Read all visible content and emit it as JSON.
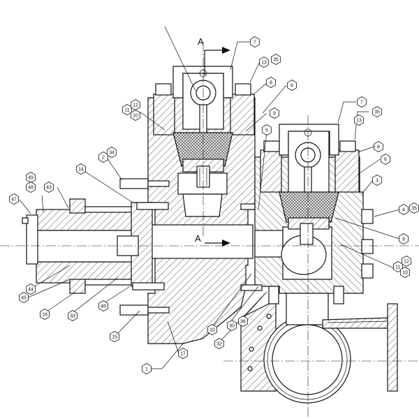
{
  "section_marks": [
    "A",
    "A"
  ],
  "balloons": [
    {
      "id": "b7a",
      "text": "7"
    },
    {
      "id": "b13a",
      "text": "13"
    },
    {
      "id": "b35a",
      "text": "35"
    },
    {
      "id": "b8a",
      "text": "8"
    },
    {
      "id": "b6a",
      "text": "6"
    },
    {
      "id": "b9a",
      "text": "9"
    },
    {
      "id": "b11a",
      "text": "11"
    },
    {
      "id": "b12a",
      "text": "12"
    },
    {
      "id": "b10a",
      "text": "10"
    },
    {
      "id": "b5",
      "text": "5"
    },
    {
      "id": "b7b",
      "text": "7"
    },
    {
      "id": "b13b",
      "text": "13"
    },
    {
      "id": "b35b",
      "text": "35"
    },
    {
      "id": "b8b",
      "text": "8"
    },
    {
      "id": "b6b",
      "text": "6"
    },
    {
      "id": "b3",
      "text": "3"
    },
    {
      "id": "b4",
      "text": "4"
    },
    {
      "id": "b35c",
      "text": "35"
    },
    {
      "id": "b9b",
      "text": "9"
    },
    {
      "id": "b11b",
      "text": "11"
    },
    {
      "id": "b12b",
      "text": "12"
    },
    {
      "id": "b10b",
      "text": "10"
    },
    {
      "id": "b2",
      "text": "2"
    },
    {
      "id": "b34",
      "text": "34"
    },
    {
      "id": "b14",
      "text": "14"
    },
    {
      "id": "b49",
      "text": "49"
    },
    {
      "id": "b48",
      "text": "48"
    },
    {
      "id": "b43",
      "text": "43"
    },
    {
      "id": "b47",
      "text": "47"
    },
    {
      "id": "b44",
      "text": "44"
    },
    {
      "id": "b45",
      "text": "45"
    },
    {
      "id": "b16",
      "text": "16"
    },
    {
      "id": "b33",
      "text": "33"
    },
    {
      "id": "b46",
      "text": "46"
    },
    {
      "id": "b15",
      "text": "15"
    },
    {
      "id": "b17",
      "text": "17"
    },
    {
      "id": "b1",
      "text": "1"
    },
    {
      "id": "b10c",
      "text": "10"
    },
    {
      "id": "b30",
      "text": "30"
    },
    {
      "id": "b36",
      "text": "36"
    },
    {
      "id": "b32",
      "text": "32"
    }
  ]
}
